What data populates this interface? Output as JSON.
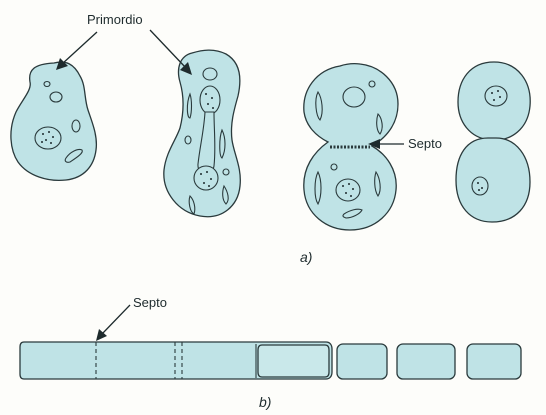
{
  "labels": {
    "primordio": "Primordio",
    "septo_a": "Septo",
    "septo_b": "Septo",
    "part_a": "a)",
    "part_b": "b)"
  },
  "colors": {
    "cell_fill": "#bfe3e6",
    "outline": "#2a3a3c"
  }
}
